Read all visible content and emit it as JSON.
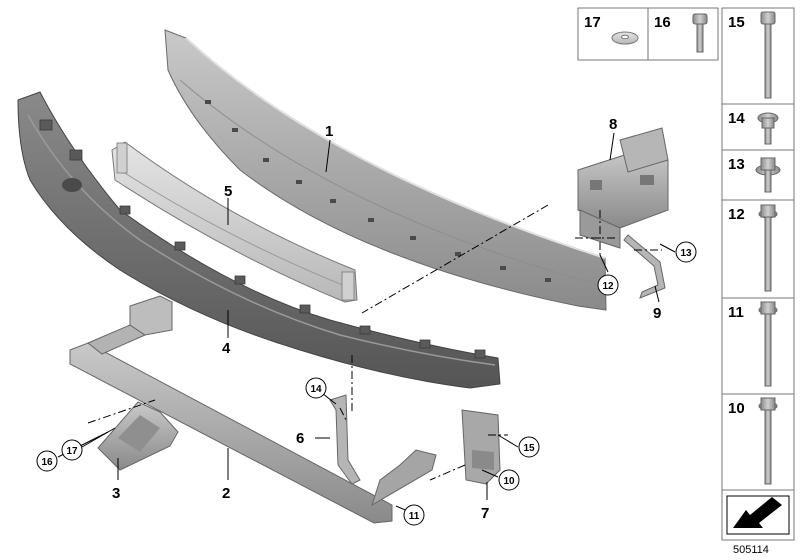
{
  "labels": {
    "p1": "1",
    "p2": "2",
    "p3": "3",
    "p4": "4",
    "p5": "5",
    "p6": "6",
    "p7": "7",
    "p8": "8",
    "p9": "9"
  },
  "callouts": {
    "c10": "10",
    "c11": "11",
    "c12": "12",
    "c13": "13",
    "c14": "14",
    "c15": "15",
    "c16": "16",
    "c17": "17"
  },
  "legend": {
    "i17": "17",
    "i16": "16",
    "i15": "15",
    "i14": "14",
    "i13": "13",
    "i12": "12",
    "i11": "11",
    "i10": "10"
  },
  "doc_number": "505114"
}
